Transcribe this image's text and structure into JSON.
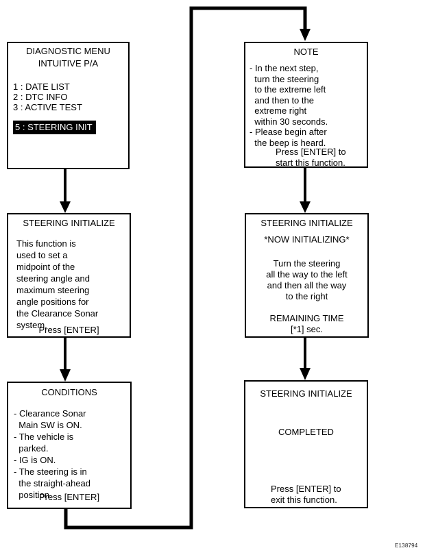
{
  "figure_label": "E138794",
  "colors": {
    "ink": "#000000",
    "paper": "#ffffff",
    "highlight_bg": "#000000",
    "highlight_text": "#ffffff"
  },
  "diagnostic_menu": {
    "title_line1": "DIAGNOSTIC MENU",
    "title_line2": "INTUITIVE P/A",
    "items": [
      "1 : DATE LIST",
      "2 : DTC INFO",
      "3 : ACTIVE TEST"
    ],
    "selected_item": "5 : STEERING INIT"
  },
  "steering_initialize": {
    "title": "STEERING INITIALIZE",
    "body": [
      "This function is",
      "used to set a",
      "midpoint of the",
      "steering angle and",
      "maximum steering",
      "angle positions for",
      "the Clearance Sonar",
      "system."
    ],
    "footer": "Press [ENTER]"
  },
  "conditions": {
    "title": "CONDITIONS",
    "body": [
      "- Clearance Sonar",
      "  Main SW is ON.",
      "- The vehicle is",
      "  parked.",
      "- IG is ON.",
      "- The steering is in",
      "  the straight-ahead",
      "  position."
    ],
    "footer": "Press [ENTER]"
  },
  "note": {
    "title": "NOTE",
    "body": [
      "- In the next step,",
      "  turn the steering",
      "  to the extreme left",
      "  and then to the",
      "  extreme right",
      "  within 30 seconds.",
      "- Please begin after",
      "  the beep is heard."
    ],
    "footer": [
      "Press [ENTER] to",
      "start this function."
    ]
  },
  "now_initializing": {
    "title": "STEERING INITIALIZE",
    "subtitle": "*NOW INITIALIZING*",
    "body": [
      "Turn the steering",
      "all the way to the left",
      "and then all the way",
      "to the right"
    ],
    "remaining": [
      "REMAINING TIME",
      "[*1] sec."
    ]
  },
  "completed": {
    "title": "STEERING INITIALIZE",
    "status": "COMPLETED",
    "footer": [
      "Press [ENTER] to",
      "exit this function."
    ]
  }
}
